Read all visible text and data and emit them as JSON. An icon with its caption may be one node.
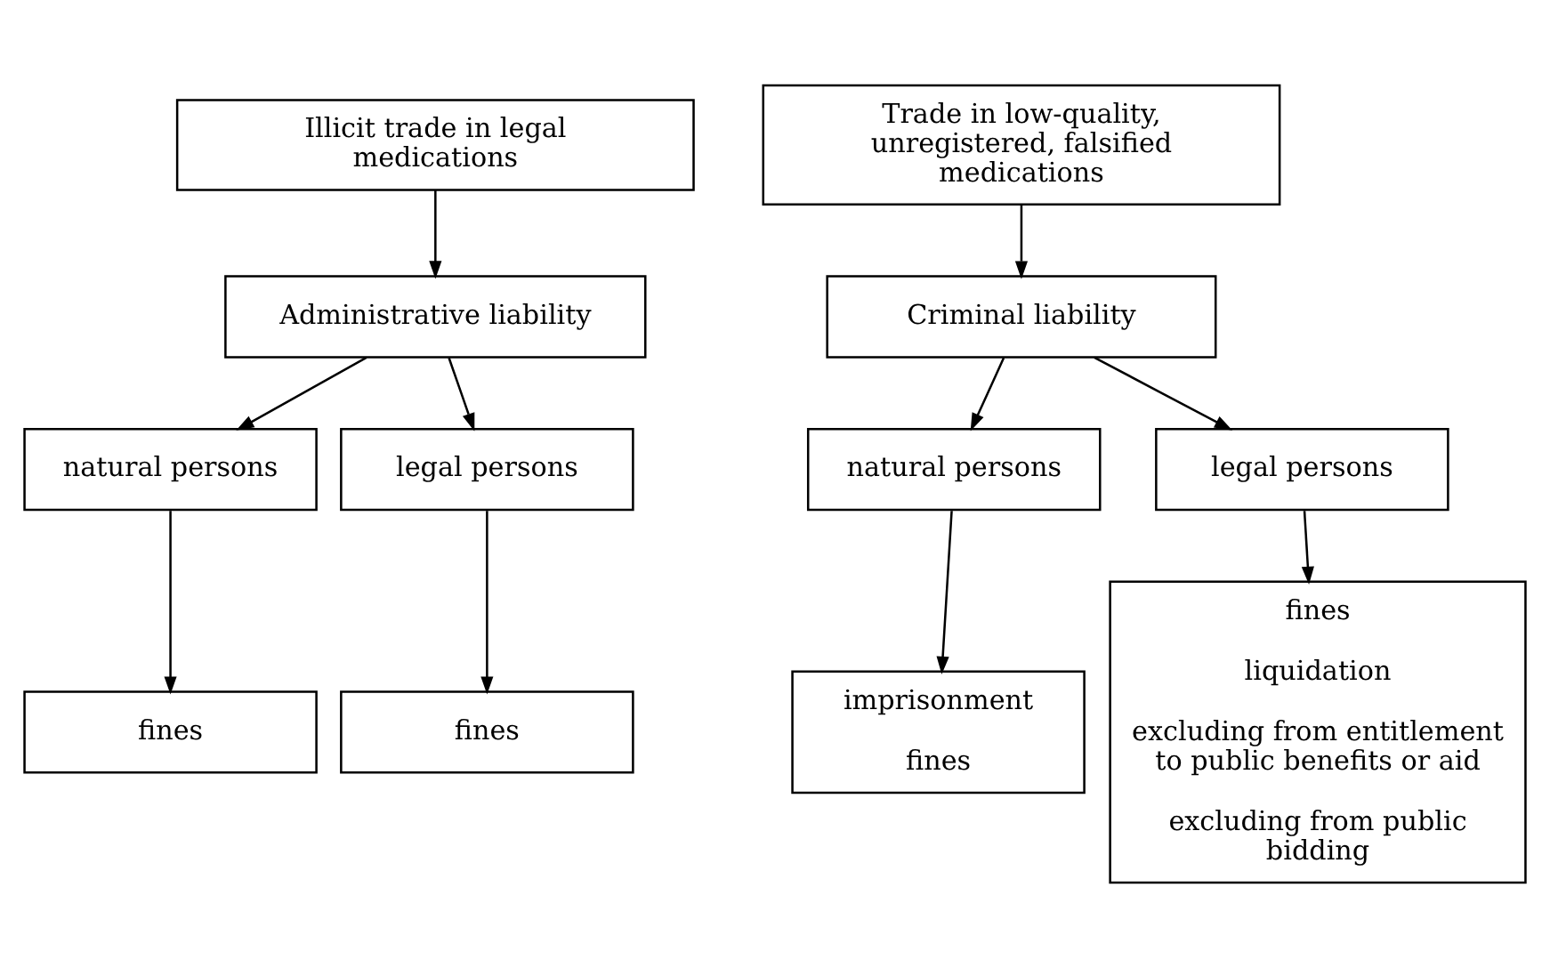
{
  "diagram": {
    "nodes": [
      {
        "text": [
          "Illicit trade in legal medications"
        ]
      },
      {
        "text": [
          "Trade in low-quality, unregistered, falsified medications"
        ]
      },
      {
        "text": [
          "Administrative liability"
        ]
      },
      {
        "text": [
          "Criminal liability"
        ]
      },
      {
        "text": [
          "natural persons"
        ]
      },
      {
        "text": [
          "legal persons"
        ]
      },
      {
        "text": [
          "natural persons"
        ]
      },
      {
        "text": [
          "legal persons"
        ]
      },
      {
        "text": [
          "fines"
        ]
      },
      {
        "text": [
          "fines"
        ]
      },
      {
        "text": [
          "imprisonment",
          "fines"
        ]
      },
      {
        "text": [
          "fines",
          "liquidation",
          "excluding from entitlement to public benefits or aid",
          "excluding from public bidding"
        ]
      }
    ],
    "edges": [
      {
        "from": 0,
        "to": 2,
        "arrow": "to"
      },
      {
        "from": 1,
        "to": 3,
        "arrow": "to"
      },
      {
        "from": 2,
        "to": 4,
        "arrow": "to"
      },
      {
        "from": 2,
        "to": 5,
        "arrow": "to"
      },
      {
        "from": 3,
        "to": 6,
        "arrow": "to"
      },
      {
        "from": 3,
        "to": 7,
        "arrow": "to"
      },
      {
        "from": 4,
        "to": 8,
        "arrow": "to"
      },
      {
        "from": 5,
        "to": 9,
        "arrow": "to"
      },
      {
        "from": 6,
        "to": 10,
        "arrow": "to"
      },
      {
        "from": 7,
        "to": 11,
        "arrow": "to"
      }
    ]
  }
}
